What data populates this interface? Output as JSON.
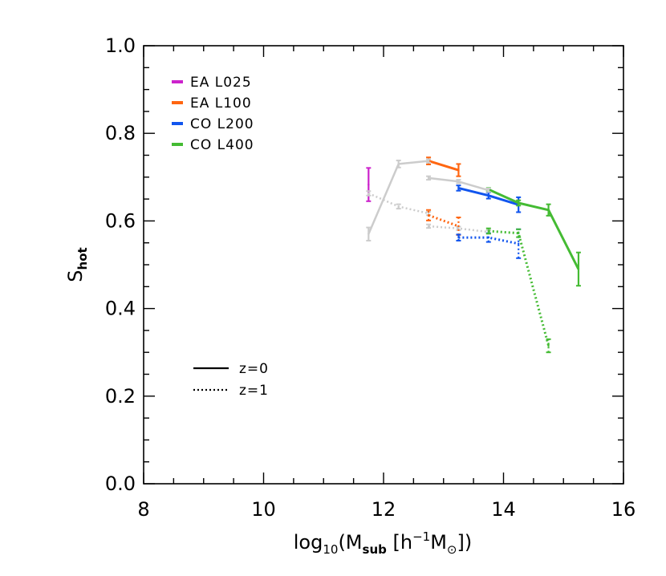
{
  "chart_data": {
    "type": "line",
    "xlim": [
      8,
      16
    ],
    "ylim": [
      0.0,
      1.0
    ],
    "x_ticks": [
      "8",
      "10",
      "12",
      "14",
      "16"
    ],
    "y_ticks": [
      "0.0",
      "0.2",
      "0.4",
      "0.6",
      "0.8",
      "1.0"
    ],
    "xlabel": {
      "pre": "log",
      "sub1": "10",
      "mid": "(M",
      "sub2": "sub",
      "mid2": " [h",
      "sup": "−1",
      "mid3": "M",
      "sun": "⊙",
      "post": "])"
    },
    "ylabel": {
      "main": "S",
      "sub": "hot"
    },
    "legend_simulations": [
      {
        "label": "EA L025",
        "color": "#cc22cc"
      },
      {
        "label": "EA L100",
        "color": "#ff6611"
      },
      {
        "label": "CO L200",
        "color": "#1155ee"
      },
      {
        "label": "CO L400",
        "color": "#44bb33"
      }
    ],
    "legend_redshift": [
      {
        "label": "z=0",
        "style": "solid"
      },
      {
        "label": "z=1",
        "style": "dotted"
      }
    ],
    "series": [
      {
        "sim": "EA L025",
        "z": 0,
        "color": "#cc22cc",
        "style": "solid",
        "points": [
          {
            "x": 11.75,
            "y": 0.683,
            "err": 0.038
          }
        ]
      },
      {
        "sim": "EA L100",
        "z": 0,
        "color": "#ff6611",
        "style": "solid",
        "points": [
          {
            "x": 12.75,
            "y": 0.737,
            "err": 0.008
          },
          {
            "x": 13.25,
            "y": 0.716,
            "err": 0.014
          }
        ]
      },
      {
        "sim": "CO L200",
        "z": 0,
        "color": "#1155ee",
        "style": "solid",
        "points": [
          {
            "x": 13.25,
            "y": 0.675,
            "err": 0.006
          },
          {
            "x": 13.75,
            "y": 0.658,
            "err": 0.007
          },
          {
            "x": 14.25,
            "y": 0.637,
            "err": 0.017
          }
        ]
      },
      {
        "sim": "CO L400",
        "z": 0,
        "color": "#44bb33",
        "style": "solid",
        "points": [
          {
            "x": 13.75,
            "y": 0.672,
            "err": 0.003
          },
          {
            "x": 14.25,
            "y": 0.641,
            "err": 0.006
          },
          {
            "x": 14.75,
            "y": 0.625,
            "err": 0.013
          },
          {
            "x": 15.25,
            "y": 0.49,
            "err": 0.038
          }
        ]
      },
      {
        "sim": "EA L025",
        "z": 1,
        "color": "#cccccc",
        "style": "solid",
        "points": [
          {
            "x": 11.75,
            "y": 0.57,
            "err": 0.015
          },
          {
            "x": 12.25,
            "y": 0.73,
            "err": 0.008
          },
          {
            "x": 12.75,
            "y": 0.737,
            "err": 0.004
          }
        ]
      },
      {
        "sim": "EA L100",
        "z": 1,
        "color": "#cccccc",
        "style": "solid",
        "points": [
          {
            "x": 12.75,
            "y": 0.698,
            "err": 0.004
          },
          {
            "x": 13.25,
            "y": 0.69,
            "err": 0.004
          },
          {
            "x": 13.75,
            "y": 0.67,
            "err": 0.004
          }
        ]
      },
      {
        "sim": "EA L025",
        "z": 1,
        "color": "#cccccc",
        "style": "dotted",
        "points": [
          {
            "x": 11.75,
            "y": 0.663,
            "err": 0.005
          },
          {
            "x": 12.25,
            "y": 0.633,
            "err": 0.005
          },
          {
            "x": 12.75,
            "y": 0.617,
            "err": 0.004
          }
        ]
      },
      {
        "sim": "EA L100",
        "z": 1,
        "color": "#cccccc",
        "style": "dotted",
        "points": [
          {
            "x": 12.75,
            "y": 0.588,
            "err": 0.004
          },
          {
            "x": 13.25,
            "y": 0.583,
            "err": 0.004
          },
          {
            "x": 13.75,
            "y": 0.575,
            "err": 0.004
          }
        ]
      },
      {
        "sim": "EA L100",
        "z": 1,
        "color": "#ff6611",
        "style": "dotted",
        "points": [
          {
            "x": 12.75,
            "y": 0.613,
            "err": 0.012
          },
          {
            "x": 13.25,
            "y": 0.588,
            "err": 0.02
          }
        ]
      },
      {
        "sim": "CO L200",
        "z": 1,
        "color": "#1155ee",
        "style": "dotted",
        "points": [
          {
            "x": 13.25,
            "y": 0.562,
            "err": 0.007
          },
          {
            "x": 13.75,
            "y": 0.562,
            "err": 0.01
          },
          {
            "x": 14.25,
            "y": 0.548,
            "err": 0.033
          }
        ]
      },
      {
        "sim": "CO L400",
        "z": 1,
        "color": "#44bb33",
        "style": "dotted",
        "points": [
          {
            "x": 13.75,
            "y": 0.577,
            "err": 0.006
          },
          {
            "x": 14.25,
            "y": 0.572,
            "err": 0.009
          },
          {
            "x": 14.75,
            "y": 0.315,
            "err": 0.015
          }
        ]
      }
    ]
  }
}
